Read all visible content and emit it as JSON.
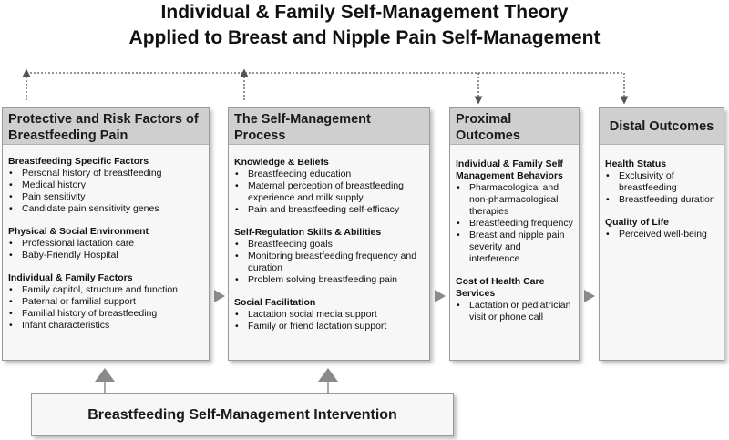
{
  "title": {
    "line1": "Individual & Family Self-Management Theory",
    "line2": "Applied to Breast and Nipple Pain Self-Management"
  },
  "boxes": {
    "protective": {
      "header": "Protective and Risk Factors of Breastfeeding Pain",
      "sections": [
        {
          "title": "Breastfeeding Specific Factors",
          "items": [
            "Personal history of breastfeeding",
            "Medical history",
            "Pain sensitivity",
            "Candidate pain sensitivity genes"
          ]
        },
        {
          "title": "Physical & Social Environment",
          "items": [
            "Professional lactation care",
            "Baby-Friendly Hospital"
          ]
        },
        {
          "title": "Individual & Family Factors",
          "items": [
            "Family capitol, structure and function",
            "Paternal or familial support",
            "Familial history of breastfeeding",
            "Infant characteristics"
          ]
        }
      ]
    },
    "process": {
      "header": "The Self-Management Process",
      "sections": [
        {
          "title": "Knowledge & Beliefs",
          "items": [
            "Breastfeeding education",
            "Maternal perception of breastfeeding experience and milk supply",
            "Pain and breastfeeding self-efficacy"
          ]
        },
        {
          "title": "Self-Regulation Skills & Abilities",
          "items": [
            "Breastfeeding goals",
            "Monitoring breastfeeding frequency and duration",
            "Problem solving breastfeeding pain"
          ]
        },
        {
          "title": "Social Facilitation",
          "items": [
            "Lactation social media support",
            "Family or friend lactation support"
          ]
        }
      ]
    },
    "proximal": {
      "header": "Proximal Outcomes",
      "sections": [
        {
          "title": "Individual & Family Self Management Behaviors",
          "items": [
            "Pharmacological and non-pharmacological therapies",
            "Breastfeeding frequency",
            "Breast and nipple pain severity and interference"
          ]
        },
        {
          "title": "Cost of Health Care Services",
          "items": [
            "Lactation or pediatrician visit or phone call"
          ]
        }
      ]
    },
    "distal": {
      "header": "Distal Outcomes",
      "sections": [
        {
          "title": "Health Status",
          "items": [
            "Exclusivity of breastfeeding",
            "Breastfeeding duration"
          ]
        },
        {
          "title": "Quality of Life",
          "items": [
            "Perceived well-being"
          ]
        }
      ]
    }
  },
  "intervention": {
    "label": "Breastfeeding Self-Management Intervention"
  },
  "colors": {
    "header_fill": "#cfcfcf",
    "box_fill": "#f7f7f7",
    "border": "#9a9a9a",
    "arrow": "#8a8a8a",
    "dotted_line": "#555555"
  }
}
